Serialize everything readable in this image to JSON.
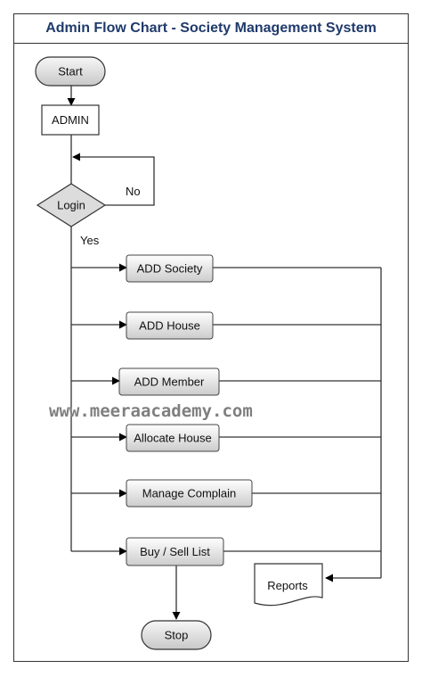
{
  "title": "Admin Flow Chart - Society Management System",
  "watermark": "www.meeraacademy.com",
  "colors": {
    "title": "#1f3a6b",
    "stroke": "#333333",
    "process_fill_top": "#ffffff",
    "process_fill_bottom": "#cfcfcf",
    "diamond_fill": "#dcdcdc",
    "watermark": "#7f7f7f"
  },
  "nodes": {
    "start": "Start",
    "admin": "ADMIN",
    "login": "Login",
    "add_society": "ADD Society",
    "add_house": "ADD House",
    "add_member": "ADD Member",
    "allocate_house": "Allocate House",
    "manage_complain": "Manage Complain",
    "buy_sell": "Buy / Sell List",
    "reports": "Reports",
    "stop": "Stop"
  },
  "edges": {
    "no": "No",
    "yes": "Yes"
  }
}
